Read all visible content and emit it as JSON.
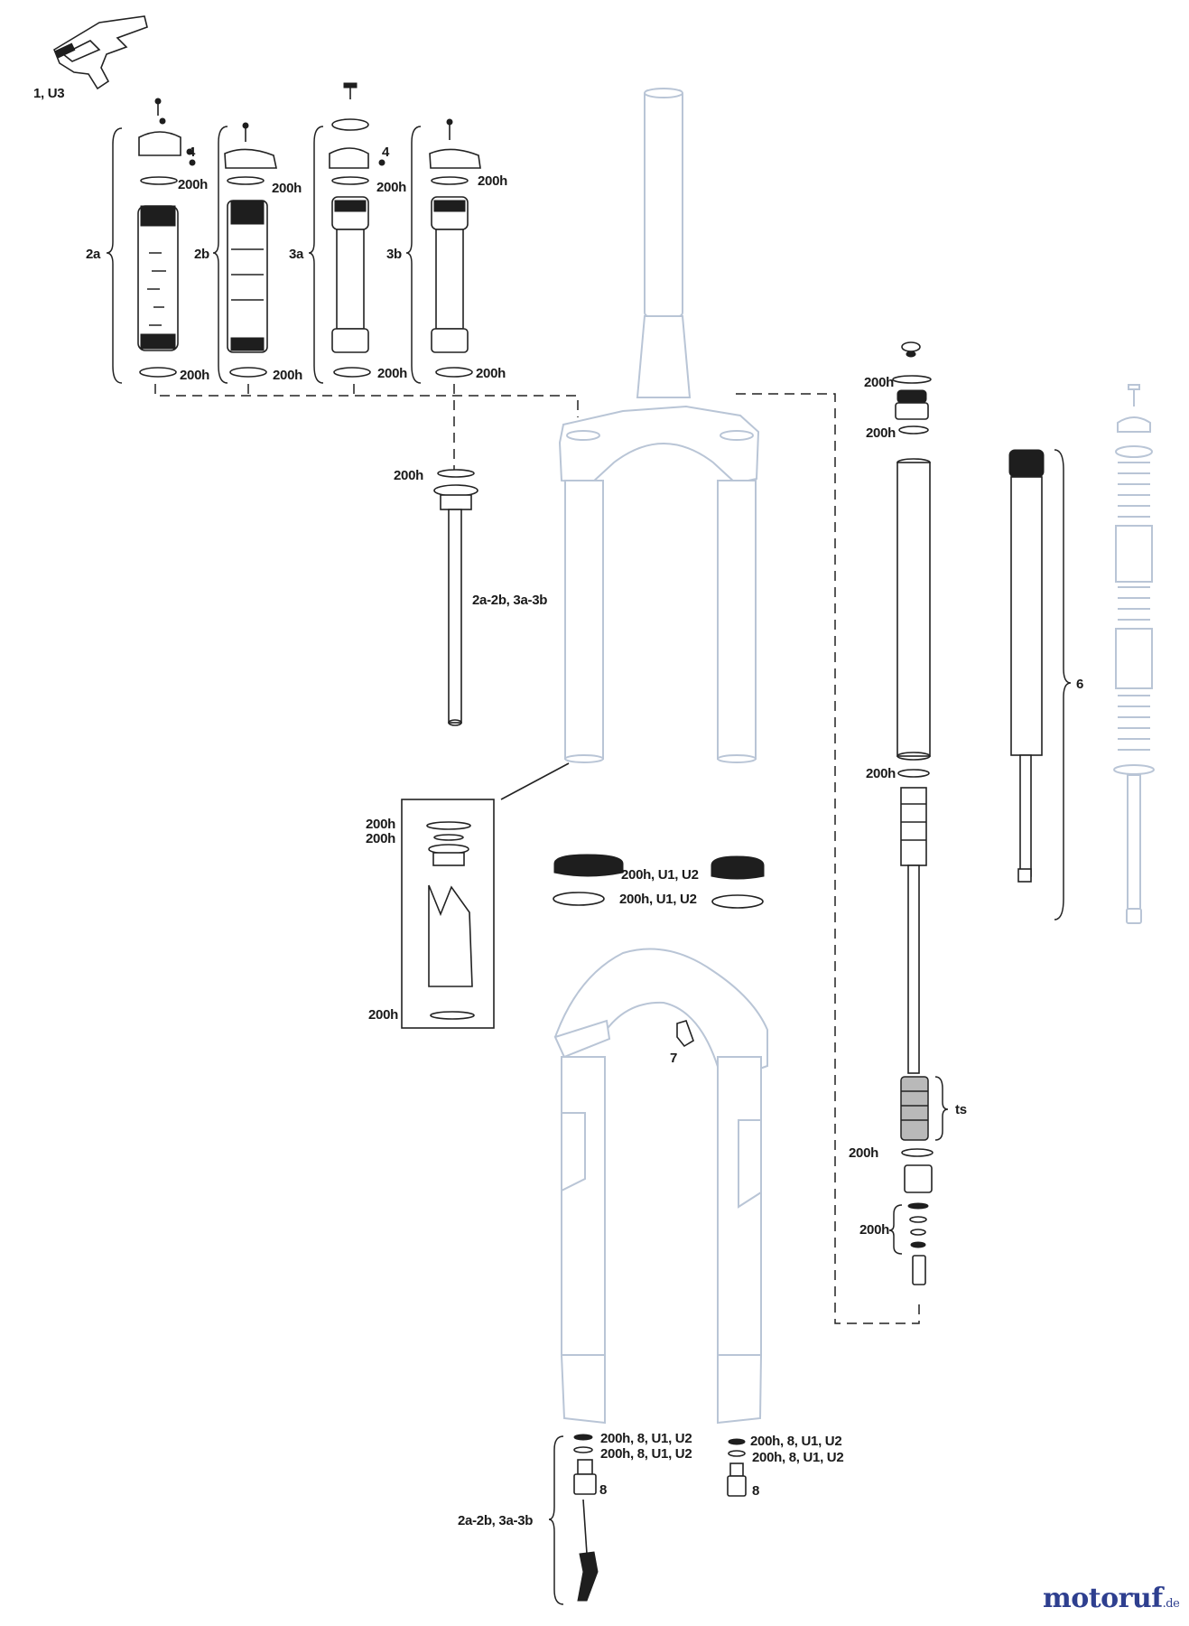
{
  "labels": {
    "l_1u3": "1, U3",
    "l_4a": "4",
    "l_200h_2a_top": "200h",
    "l_2a": "2a",
    "l_200h_2a_bot": "200h",
    "l_200h_2b_top": "200h",
    "l_2b": "2b",
    "l_200h_2b_bot": "200h",
    "l_4b": "4",
    "l_200h_3a_top": "200h",
    "l_3a": "3a",
    "l_200h_3a_bot": "200h",
    "l_200h_3b_top": "200h",
    "l_3b": "3b",
    "l_200h_3b_bot": "200h",
    "l_200h_shaft": "200h",
    "l_shaft": "2a-2b, 3a-3b",
    "l_200h_inset1": "200h",
    "l_200h_inset2": "200h",
    "l_200h_inset3": "200h",
    "l_seal1": "200h, U1, U2",
    "l_seal2": "200h, U1, U2",
    "l_7": "7",
    "l_200h_cap1": "200h",
    "l_200h_cap2": "200h",
    "l_200h_damp": "200h",
    "l_6": "6",
    "l_ts": "ts",
    "l_200h_ts": "200h",
    "l_200h_brace": "200h",
    "l_bl1": "200h, 8, U1, U2",
    "l_bl2": "200h, 8, U1, U2",
    "l_8l": "8",
    "l_br1": "200h, 8, U1, U2",
    "l_br2": "200h, 8, U1, U2",
    "l_8r": "8",
    "l_bot": "2a-2b, 3a-3b"
  },
  "watermark": {
    "main": "motoruf",
    "tld": ".de"
  },
  "colors": {
    "outline": "#b9c5d6",
    "ink": "#222222",
    "logo": "#2e3f8f",
    "logo_accent": "#d63a2a"
  }
}
